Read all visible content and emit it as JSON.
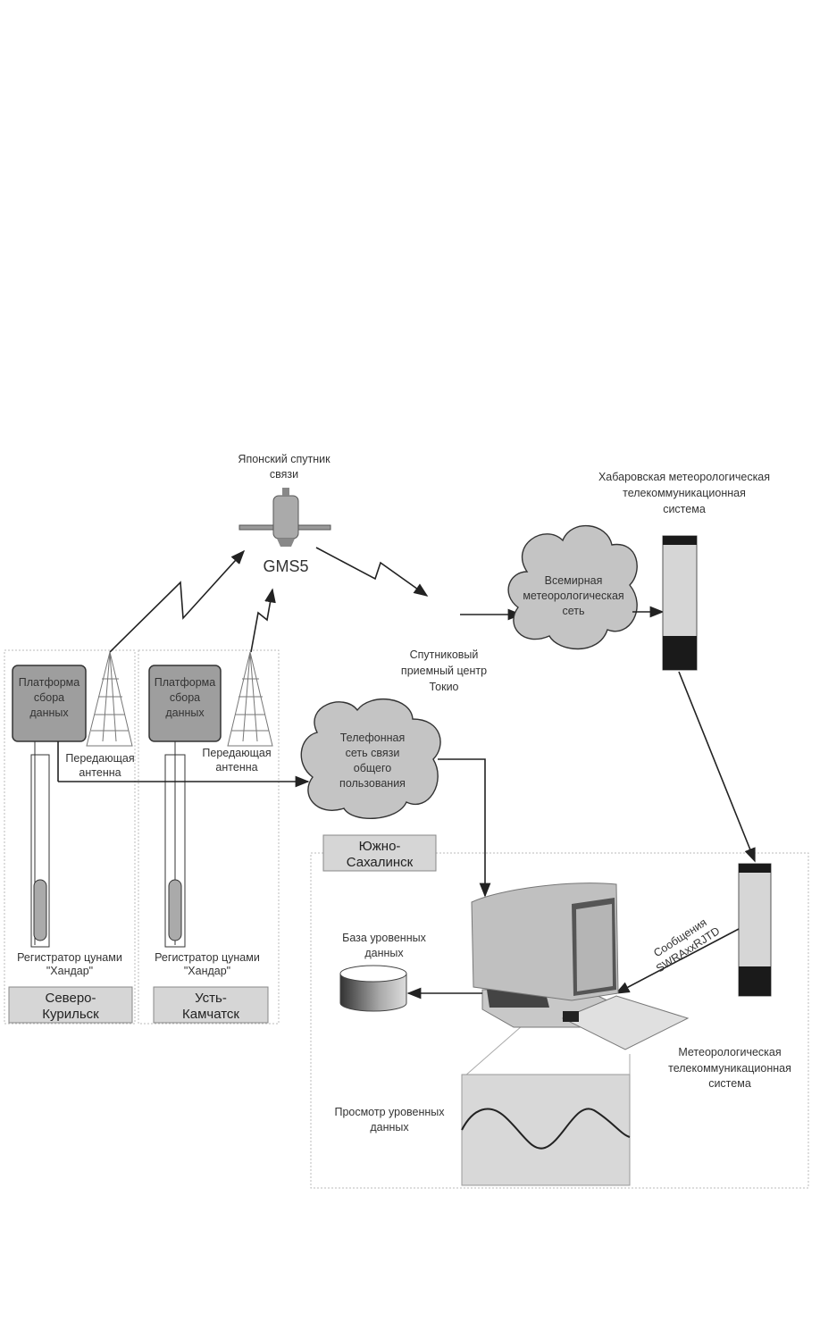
{
  "satellite": {
    "caption": [
      "Японский спутник",
      "связи"
    ],
    "name": "GMS5"
  },
  "tokyo_center": [
    "Спутниковый",
    "приемный центр",
    "Токио"
  ],
  "world_network": [
    "Всемирная",
    "метеорологическая",
    "сеть"
  ],
  "khabarovsk": [
    "Хабаровская метеорологическая",
    "телекоммуникационная",
    "система"
  ],
  "stations": [
    {
      "platform": [
        "Платформа",
        "сбора",
        "данных"
      ],
      "antenna": [
        "Передающая",
        "антенна"
      ],
      "recorder": [
        "Регистратор цунами",
        "\"Хандар\""
      ],
      "location": [
        "Северо-",
        "Курильск"
      ]
    },
    {
      "platform": [
        "Платформа",
        "сбора",
        "данных"
      ],
      "antenna": [
        "Передающая",
        "антенна"
      ],
      "recorder": [
        "Регистратор цунами",
        "\"Хандар\""
      ],
      "location": [
        "Усть-",
        "Камчатск"
      ]
    }
  ],
  "phone_network": [
    "Телефонная",
    "сеть связи",
    "общего",
    "пользования"
  ],
  "sakhalin": [
    "Южно-",
    "Сахалинск"
  ],
  "database": [
    "База уровенных",
    "данных"
  ],
  "messages": [
    "Сообщения",
    "SWRAxxRJTD"
  ],
  "local_system": [
    "Метеорологическая",
    "телекоммуникационная",
    "система"
  ],
  "viewer": [
    "Просмотр  уровенных",
    "данных"
  ],
  "colors": {
    "box_gray": "#9e9e9e",
    "cloud_gray": "#c4c4c4",
    "light_gray": "#d6d6d6",
    "dark": "#1a1a1a"
  }
}
